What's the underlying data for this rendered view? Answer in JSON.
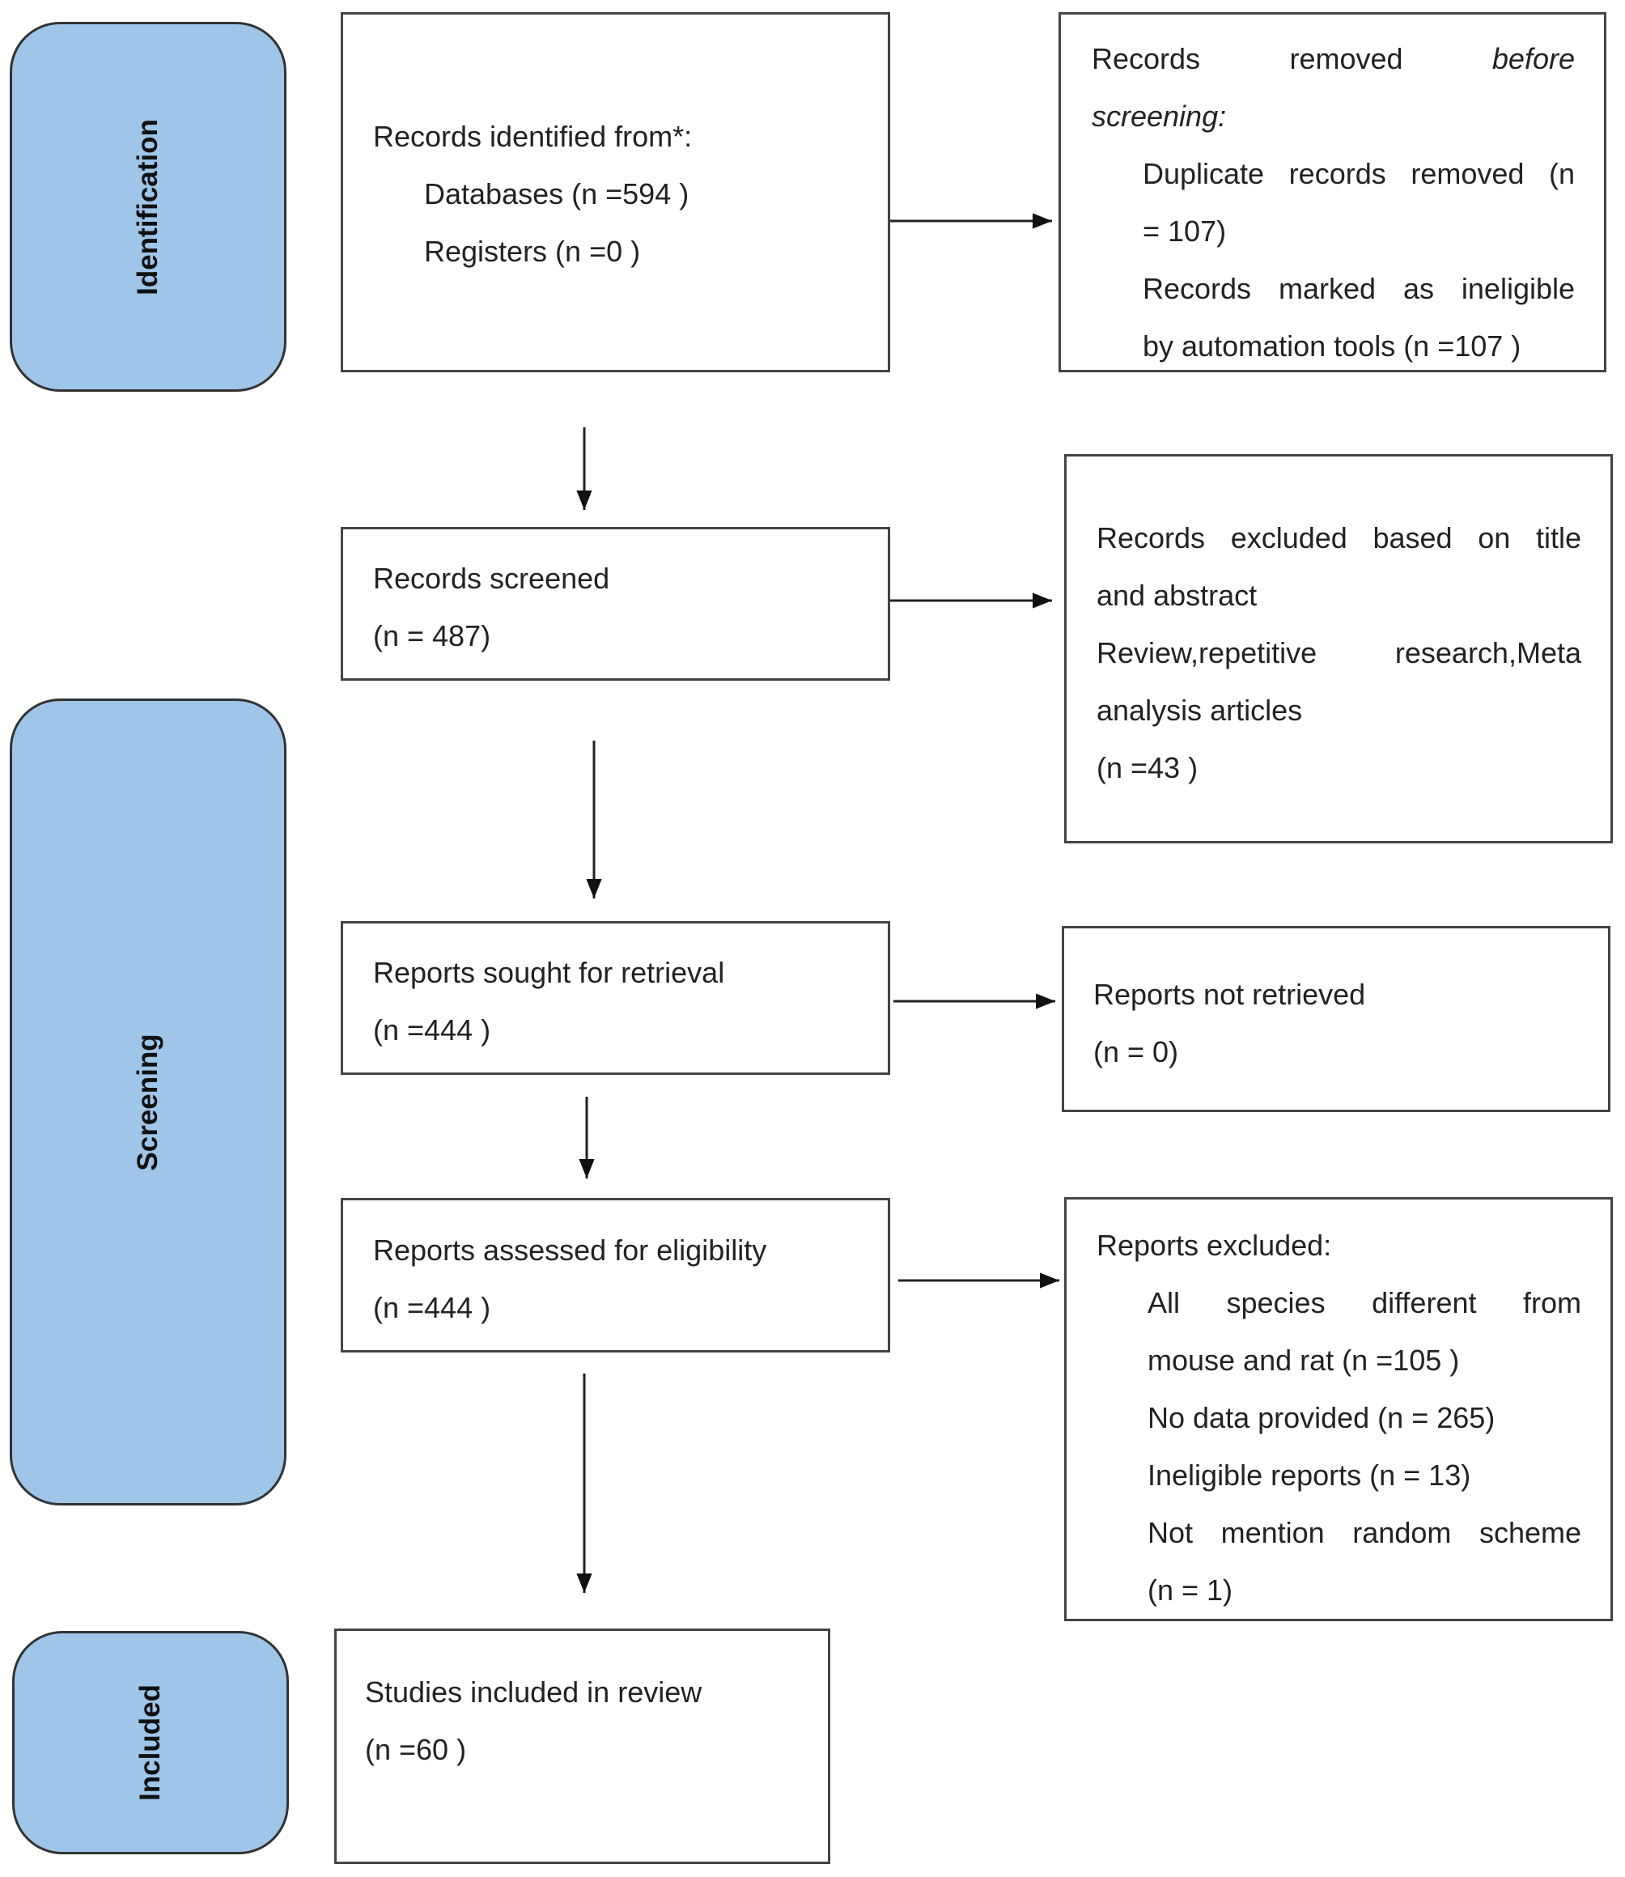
{
  "phases": {
    "identification": "Identification",
    "screening": "Screening",
    "included": "Included"
  },
  "boxes": {
    "identified": {
      "title": "Records identified from*:",
      "databases": "Databases (n =594 )",
      "registers": "Registers (n =0 )"
    },
    "removed": {
      "w1": "Records",
      "w2": "removed",
      "w3": "before",
      "w4": "screening:",
      "duplicate_a": "Duplicate records removed  (n",
      "duplicate_b": "= 107)",
      "ineligible_a": "Records marked as ineligible",
      "ineligible_b": "by automation tools (n =107 )"
    },
    "screened": {
      "title": "Records screened",
      "count": "(n = 487)"
    },
    "excluded_title": {
      "line1": "Records excluded based on title",
      "line2": "and abstract",
      "line3": "Review,repetitive   research,Meta",
      "line4": "analysis articles",
      "count": "(n =43 )"
    },
    "sought": {
      "title": "Reports sought for retrieval",
      "count": "(n =444 )"
    },
    "not_retrieved": {
      "title": "Reports not retrieved",
      "count": "(n = 0)"
    },
    "assessed": {
      "title": "Reports assessed for eligibility",
      "count": "(n =444 )"
    },
    "reports_excluded": {
      "title": "Reports excluded:",
      "species_a": "All species different from",
      "species_b": "mouse and rat (n =105 )",
      "no_data": "No data provided (n = 265)",
      "ineligible": "Ineligible reports (n = 13)",
      "random_a": "Not mention random scheme",
      "random_b": "(n = 1)"
    },
    "included": {
      "title": "Studies included in review",
      "count": "(n =60 )"
    }
  },
  "colors": {
    "phase_fill": "#9fc5e8",
    "border": "#444444"
  }
}
